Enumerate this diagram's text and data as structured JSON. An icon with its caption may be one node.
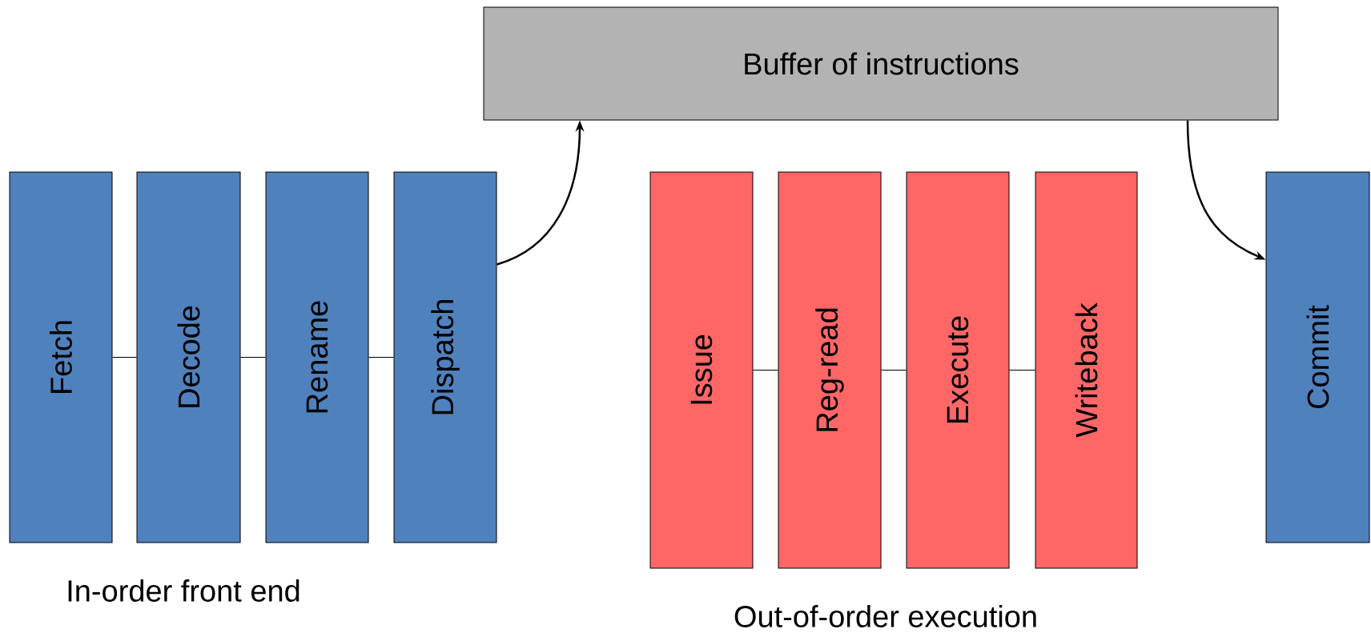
{
  "diagram": {
    "nodes": [
      {
        "text": [
          "Buffer of instructions"
        ]
      },
      {
        "text": [
          "Fetch"
        ]
      },
      {
        "text": [
          "Decode"
        ]
      },
      {
        "text": [
          "Rename"
        ]
      },
      {
        "text": [
          "Dispatch"
        ]
      },
      {
        "text": [
          "Issue"
        ]
      },
      {
        "text": [
          "Reg-read"
        ]
      },
      {
        "text": [
          "Execute"
        ]
      },
      {
        "text": [
          "Writeback"
        ]
      },
      {
        "text": [
          "Commit"
        ]
      }
    ],
    "edges": [
      {
        "from": 1,
        "to": 2,
        "arrow": "none"
      },
      {
        "from": 2,
        "to": 3,
        "arrow": "none"
      },
      {
        "from": 3,
        "to": 4,
        "arrow": "none"
      },
      {
        "from": 4,
        "to": 0,
        "arrow": "to"
      },
      {
        "from": 0,
        "to": 9,
        "arrow": "to"
      },
      {
        "from": 5,
        "to": 6,
        "arrow": "none"
      },
      {
        "from": 6,
        "to": 7,
        "arrow": "none"
      },
      {
        "from": 7,
        "to": 8,
        "arrow": "none"
      }
    ],
    "labels": [
      "In-order front end",
      "Out-of-order execution"
    ]
  }
}
